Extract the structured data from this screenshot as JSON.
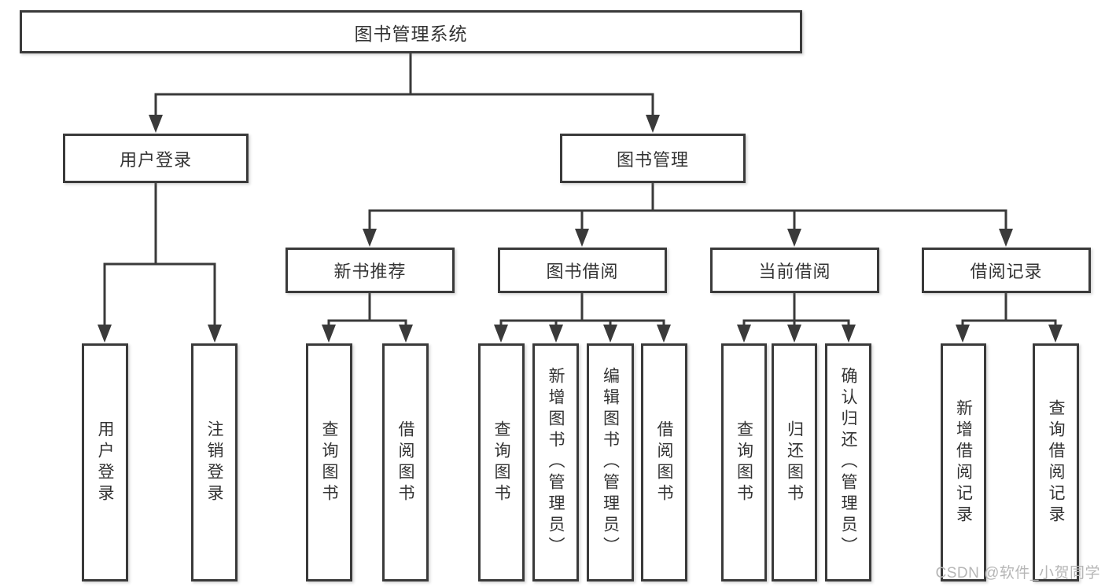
{
  "diagram": {
    "root": {
      "label": "图书管理系统"
    },
    "branches": [
      {
        "label": "用户登录",
        "children": [
          {
            "label": "用户登录"
          },
          {
            "label": "注销登录"
          }
        ]
      },
      {
        "label": "图书管理",
        "children": [
          {
            "label": "新书推荐",
            "children": [
              {
                "label": "查询图书"
              },
              {
                "label": "借阅图书"
              }
            ]
          },
          {
            "label": "图书借阅",
            "children": [
              {
                "label": "查询图书"
              },
              {
                "label": "新增图书（管理员）"
              },
              {
                "label": "编辑图书（管理员）"
              },
              {
                "label": "借阅图书"
              }
            ]
          },
          {
            "label": "当前借阅",
            "children": [
              {
                "label": "查询图书"
              },
              {
                "label": "归还图书"
              },
              {
                "label": "确认归还（管理员）"
              }
            ]
          },
          {
            "label": "借阅记录",
            "children": [
              {
                "label": "新增借阅记录"
              },
              {
                "label": "查询借阅记录"
              }
            ]
          }
        ]
      }
    ]
  },
  "watermark": {
    "text": "CSDN @软件_小贺同学"
  },
  "colors": {
    "line": "#3a3a3a",
    "text": "#333333",
    "background": "#ffffff",
    "watermark": "#b6b6b6"
  }
}
